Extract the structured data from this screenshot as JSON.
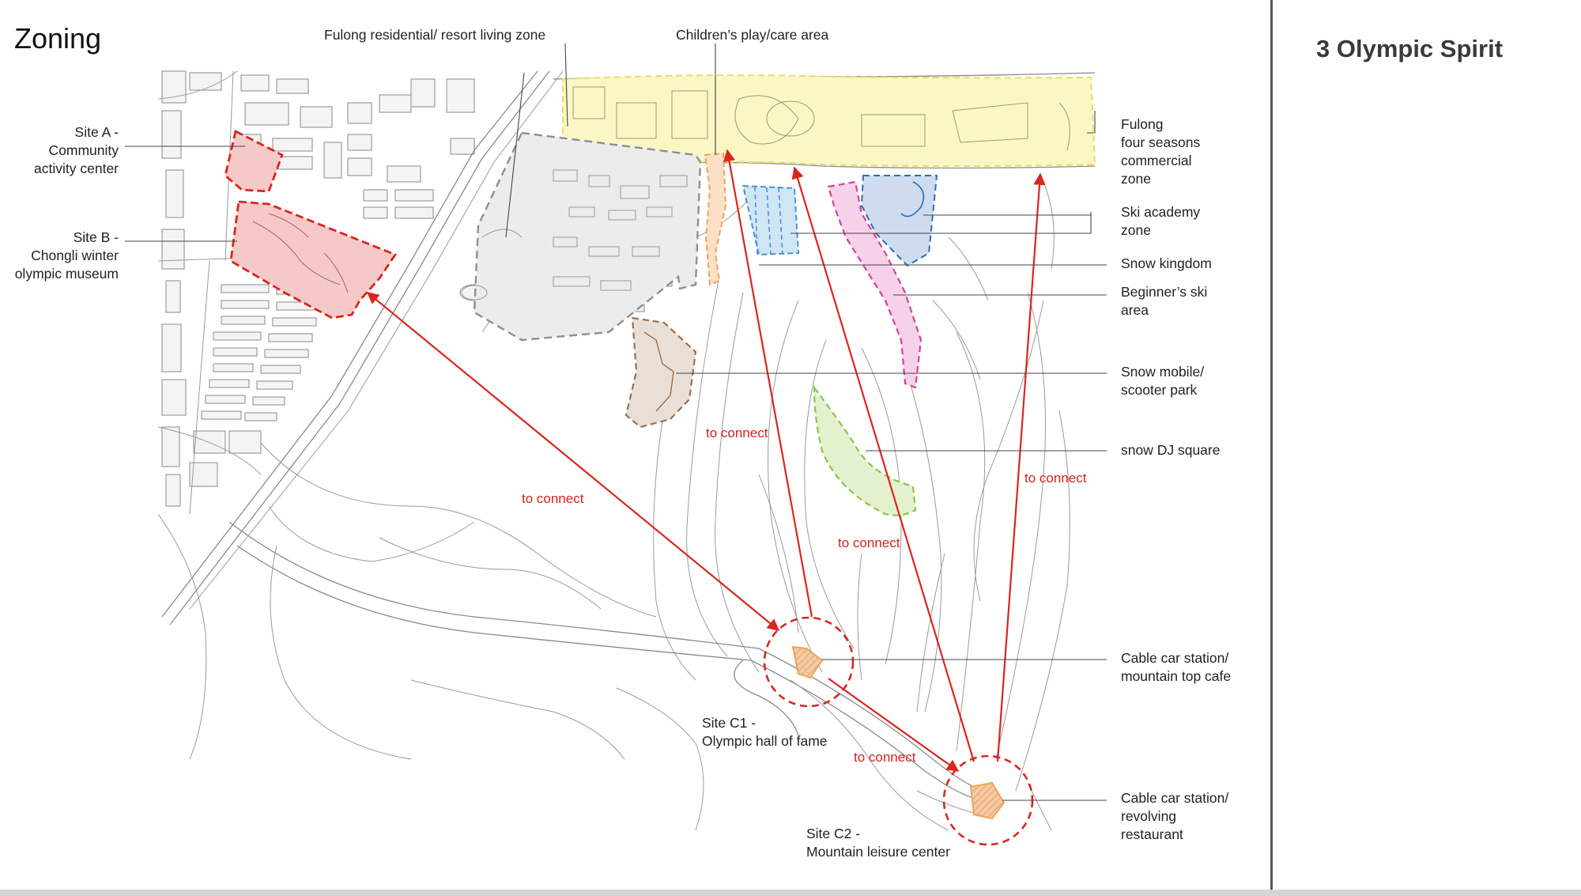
{
  "page": {
    "title": "Zoning",
    "section_title": "3 Olympic Spirit"
  },
  "labels": {
    "fulong_residential": "Fulong residential/ resort living zone",
    "childrens_play": "Children’s play/care area",
    "site_a": [
      "Site A -",
      "Community",
      "activity center"
    ],
    "site_b": [
      "Site B -",
      "Chongli winter",
      "olympic museum"
    ],
    "four_seasons": [
      "Fulong",
      "four seasons",
      "commercial",
      "zone"
    ],
    "ski_academy": [
      "Ski academy",
      "zone"
    ],
    "snow_kingdom": "Snow kingdom",
    "beginners_ski": [
      "Beginner’s ski",
      "area"
    ],
    "snow_mobile": [
      "Snow mobile/",
      "scooter park"
    ],
    "snow_dj": "snow DJ square",
    "cable_car_top": [
      "Cable car station/",
      "mountain top cafe"
    ],
    "cable_car_rest": [
      "Cable car station/",
      "revolving",
      "restaurant"
    ],
    "site_c1": [
      "Site C1 -",
      "Olympic hall of fame"
    ],
    "site_c2": [
      "Site C2 -",
      "Mountain leisure center"
    ]
  },
  "connect_labels": [
    "to connect",
    "to connect",
    "to connect",
    "to connect",
    "to connect"
  ],
  "colors": {
    "arrow": "#d9261f",
    "site_ab_fill": "#f6c9c9",
    "commercial": "#fbf7c4",
    "residential": "#ececec",
    "ski_academy": "#cfdcef",
    "snow_kingdom": "#cfe6f5",
    "beginners": "#f6d2ea",
    "snow_mobile": "#eadfd6",
    "snow_dj": "#e4f1cf",
    "children": "#fbe0c6",
    "cable": "#f7c9a0"
  }
}
